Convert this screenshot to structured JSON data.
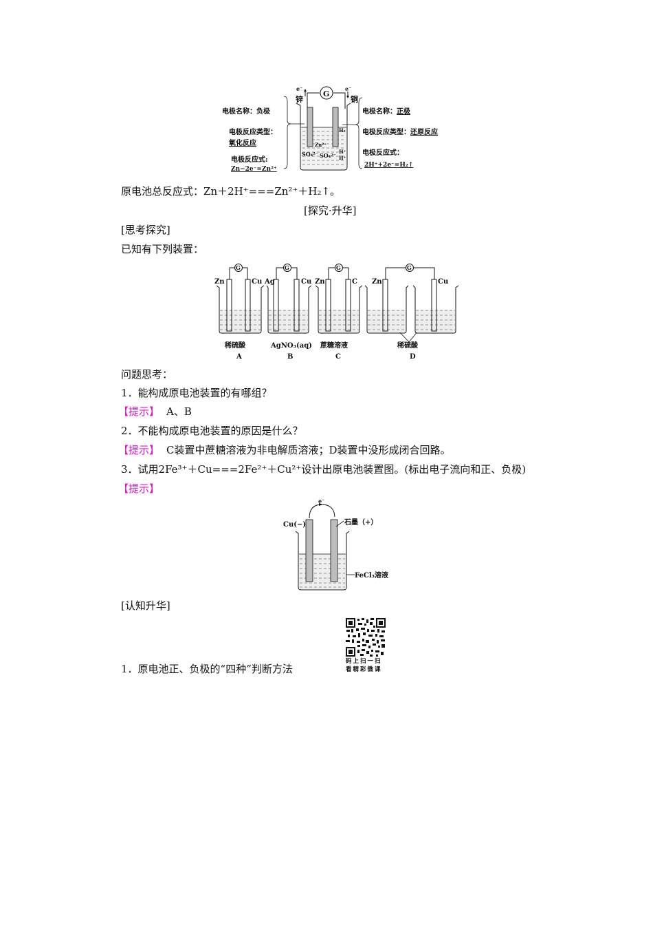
{
  "figure1": {
    "galvanometer": "G",
    "left_electrode": "锌",
    "right_electrode": "铜",
    "electron": "e⁻",
    "left_name_label": "电极名称：",
    "left_name": "负极",
    "left_type_label": "电极反应类型：",
    "left_type": "氧化反应",
    "left_eq_label": "电极反应式:",
    "left_eq": "Zn−2e⁻=Zn²⁺",
    "right_name_label": "电极名称：",
    "right_name": "正极",
    "right_type_label": "电极反应类型：",
    "right_type": "还原反应",
    "right_eq_label": "电极反应式：",
    "right_eq": "2H⁺+2e⁻=H₂↑",
    "ions": [
      "H₂",
      "Zn²⁺",
      "SO₄²⁻",
      "SO₄²⁻",
      "H⁺",
      "H⁺"
    ]
  },
  "total_reaction": {
    "label": "原电池总反应式：",
    "equation": "Zn＋2H⁺===Zn²⁺＋H₂↑。"
  },
  "section_title": "[探究·升华]",
  "subsection_think": "[思考探究]",
  "intro": "已知有下列装置：",
  "figure2": {
    "setups": [
      {
        "id": "A",
        "left": "Zn",
        "right": "Cu",
        "solution": "稀硫酸"
      },
      {
        "id": "B",
        "left": "Ag",
        "right": "Cu",
        "solution": "AgNO₃(aq)"
      },
      {
        "id": "C",
        "left": "Zn",
        "right": "C",
        "solution": "蔗糖溶液"
      },
      {
        "id": "D",
        "left": "Zn",
        "right": "Cu",
        "solution": "稀硫酸"
      }
    ],
    "galvanometer": "G"
  },
  "questions_heading": "问题思考：",
  "hint_label": "【提示】",
  "q1": {
    "text": "1．能构成原电池装置的有哪组？",
    "answer": "A、B"
  },
  "q2": {
    "text": "2．不能构成原电池装置的原因是什么？",
    "answer": "C装置中蔗糖溶液为非电解质溶液；D装置中没形成闭合回路。"
  },
  "q3": {
    "prefix": "3．试用",
    "equation": "2Fe³⁺＋Cu===2Fe²⁺＋Cu²⁺",
    "suffix": "设计出原电池装置图。(标出电子流向和正、负极)"
  },
  "figure3": {
    "electron": "e⁻",
    "left_label": "Cu(−)",
    "right_label": "石墨（+）",
    "solution_label": "FeCl₃溶液"
  },
  "subsection_cognition": "[认知升华]",
  "qr": {
    "caption_line1": "码上扫一扫",
    "caption_line2": "看精彩微课"
  },
  "point1": "1．原电池正、负极的“四种”判断方法",
  "colors": {
    "hint": "#e016c8",
    "text": "#111111",
    "electrode": "#bdbdbd"
  }
}
